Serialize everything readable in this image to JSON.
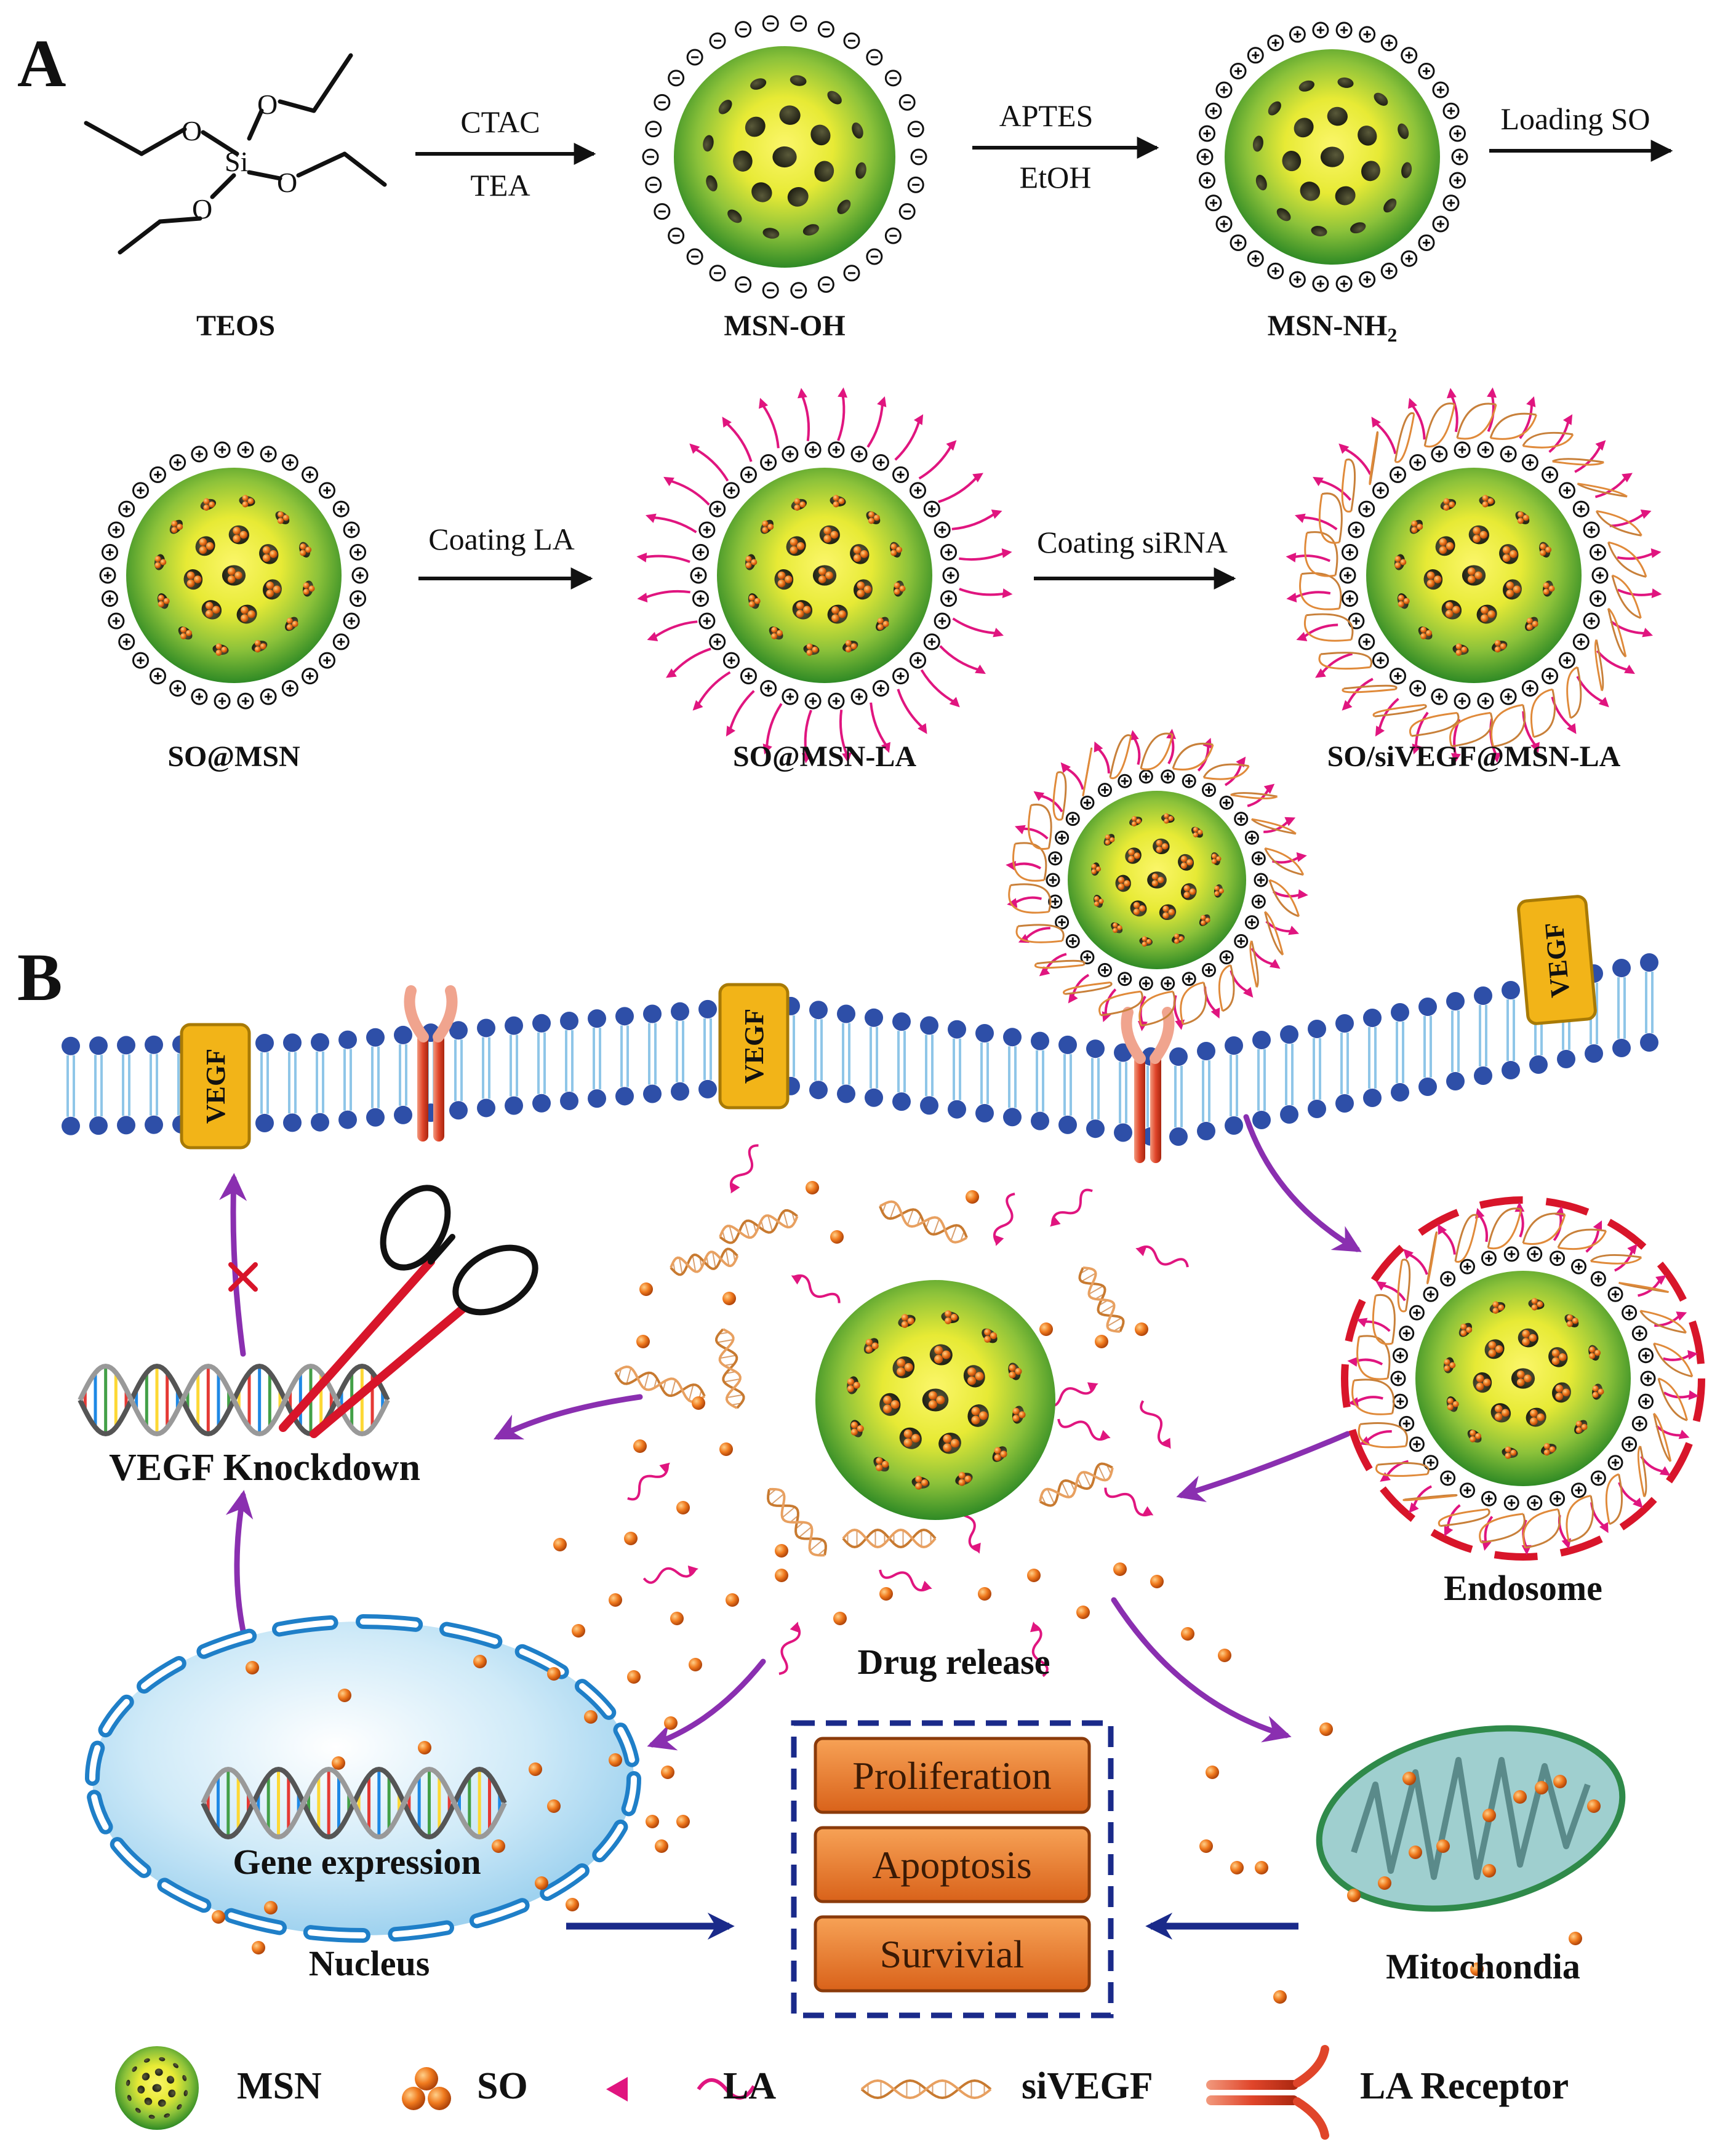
{
  "panel_a": {
    "label": "A",
    "teos": "TEOS",
    "teos_atoms": {
      "o1": "O",
      "si": "Si",
      "o2": "O",
      "o3": "O",
      "o4": "O"
    },
    "step1": {
      "top": "CTAC",
      "bottom": "TEA"
    },
    "msn_oh": "MSN-OH",
    "step2": {
      "top": "APTES",
      "bottom": "EtOH"
    },
    "msn_nh2": "MSN-NH",
    "msn_nh2_sub": "2",
    "step3": {
      "top": "Loading SO"
    },
    "so_msn": "SO@MSN",
    "step4": {
      "top": "Coating LA"
    },
    "so_msn_la": "SO@MSN-LA",
    "step5": {
      "top": "Coating siRNA"
    },
    "final": "SO/siVEGF@MSN-LA"
  },
  "panel_b": {
    "label": "B",
    "vegf": "VEGF",
    "vegf_knockdown": "VEGF Knockdown",
    "endosome": "Endosome",
    "drug_release": "Drug release",
    "gene_expression": "Gene expression",
    "nucleus": "Nucleus",
    "mitochondria": "Mitochondia",
    "outcomes": [
      "Proliferation",
      "Apoptosis",
      "Survivial"
    ]
  },
  "legend": {
    "msn": "MSN",
    "so": "SO",
    "la": "LA",
    "sivegf": "siVEGF",
    "receptor": "LA Receptor"
  },
  "colors": {
    "particle_inner": "#f4f23a",
    "particle_outer": "#3a9a2a",
    "so_drug": "#f07a1e",
    "la_ligand": "#e0157f",
    "arrow_purple": "#8a2fb0",
    "arrow_navy": "#1a2a8a",
    "membrane_head": "#2e4fa8",
    "vegf_box": "#f2b418",
    "endosome_ring": "#d8152a",
    "nucleus_fill": "#bfe3f6",
    "nucleus_ring": "#1f7fc8",
    "mito_fill": "#8fc9c9",
    "outcome_box": "#ee7b2c"
  }
}
